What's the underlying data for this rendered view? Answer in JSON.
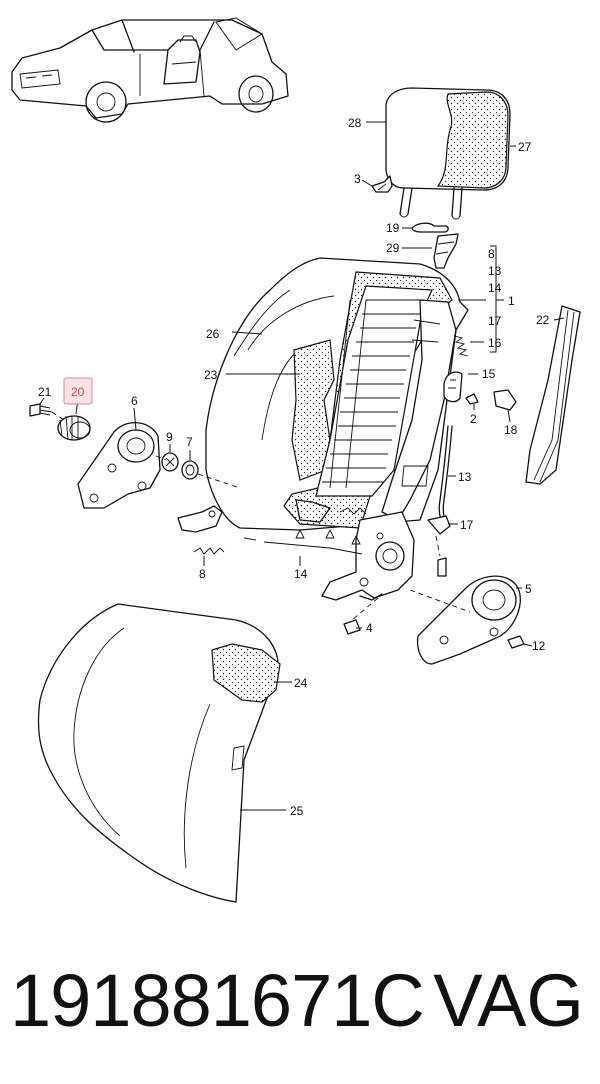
{
  "part_number": "191881671C",
  "brand": "VAG",
  "highlighted_callout": "20",
  "highlight_color": "#fbe3e3",
  "callouts": [
    "28",
    "27",
    "3",
    "19",
    "29",
    "8",
    "13",
    "14",
    "1",
    "17",
    "16",
    "22",
    "26",
    "15",
    "23",
    "2",
    "18",
    "21",
    "20",
    "6",
    "9",
    "7",
    "13",
    "17",
    "8",
    "14",
    "5",
    "4",
    "12",
    "24",
    "25"
  ]
}
